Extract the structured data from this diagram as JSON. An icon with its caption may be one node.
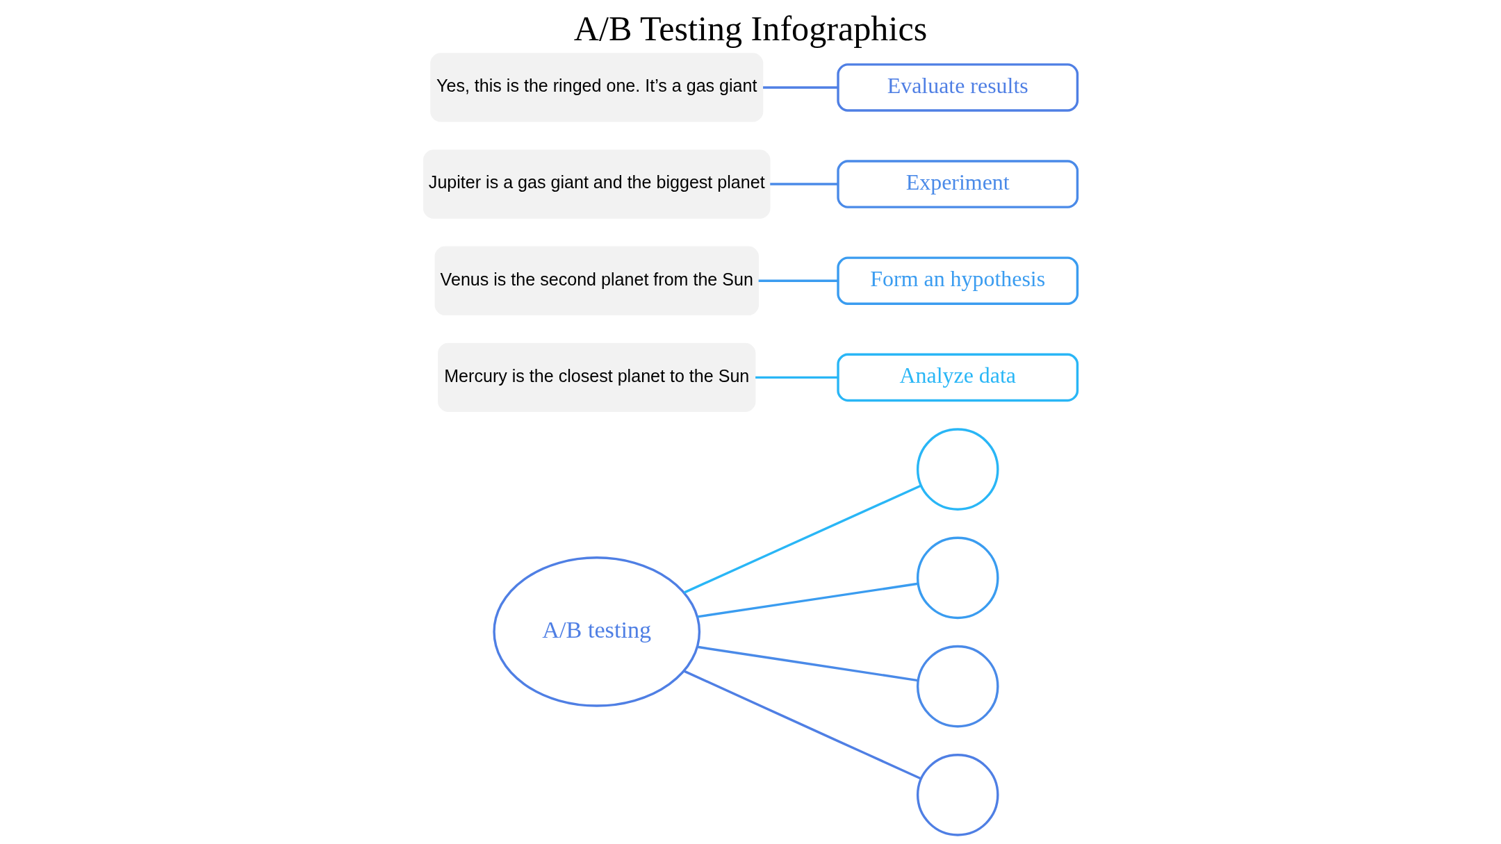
{
  "diagram": {
    "title": "A/B Testing Infographics",
    "nodes": [
      {
        "text": [
          "A/B testing"
        ]
      },
      {
        "text": [],
        "shape": "circle"
      },
      {
        "text": [],
        "shape": "circle"
      },
      {
        "text": [],
        "shape": "circle"
      },
      {
        "text": [],
        "shape": "circle"
      },
      {
        "text": [
          "Mercury is the closest planet to the Sun"
        ]
      },
      {
        "text": [
          "Venus is the second planet from the Sun"
        ]
      },
      {
        "text": [
          "Jupiter is a gas giant and the biggest planet"
        ]
      },
      {
        "text": [
          "Yes, this is the ringed one. It’s a gas giant"
        ]
      },
      {
        "text": [
          "Analyze data"
        ]
      },
      {
        "text": [
          "Form an hypothesis"
        ]
      },
      {
        "text": [
          "Experiment"
        ]
      },
      {
        "text": [
          "Evaluate results"
        ]
      }
    ],
    "edges": [
      {
        "from": 0,
        "to": 1,
        "arrow": "none"
      },
      {
        "from": 0,
        "to": 2,
        "arrow": "none"
      },
      {
        "from": 0,
        "to": 3,
        "arrow": "none"
      },
      {
        "from": 0,
        "to": 4,
        "arrow": "none"
      },
      {
        "from": 5,
        "to": 9,
        "arrow": "none"
      },
      {
        "from": 6,
        "to": 10,
        "arrow": "none"
      },
      {
        "from": 7,
        "to": 11,
        "arrow": "none"
      },
      {
        "from": 8,
        "to": 12,
        "arrow": "none"
      }
    ]
  }
}
